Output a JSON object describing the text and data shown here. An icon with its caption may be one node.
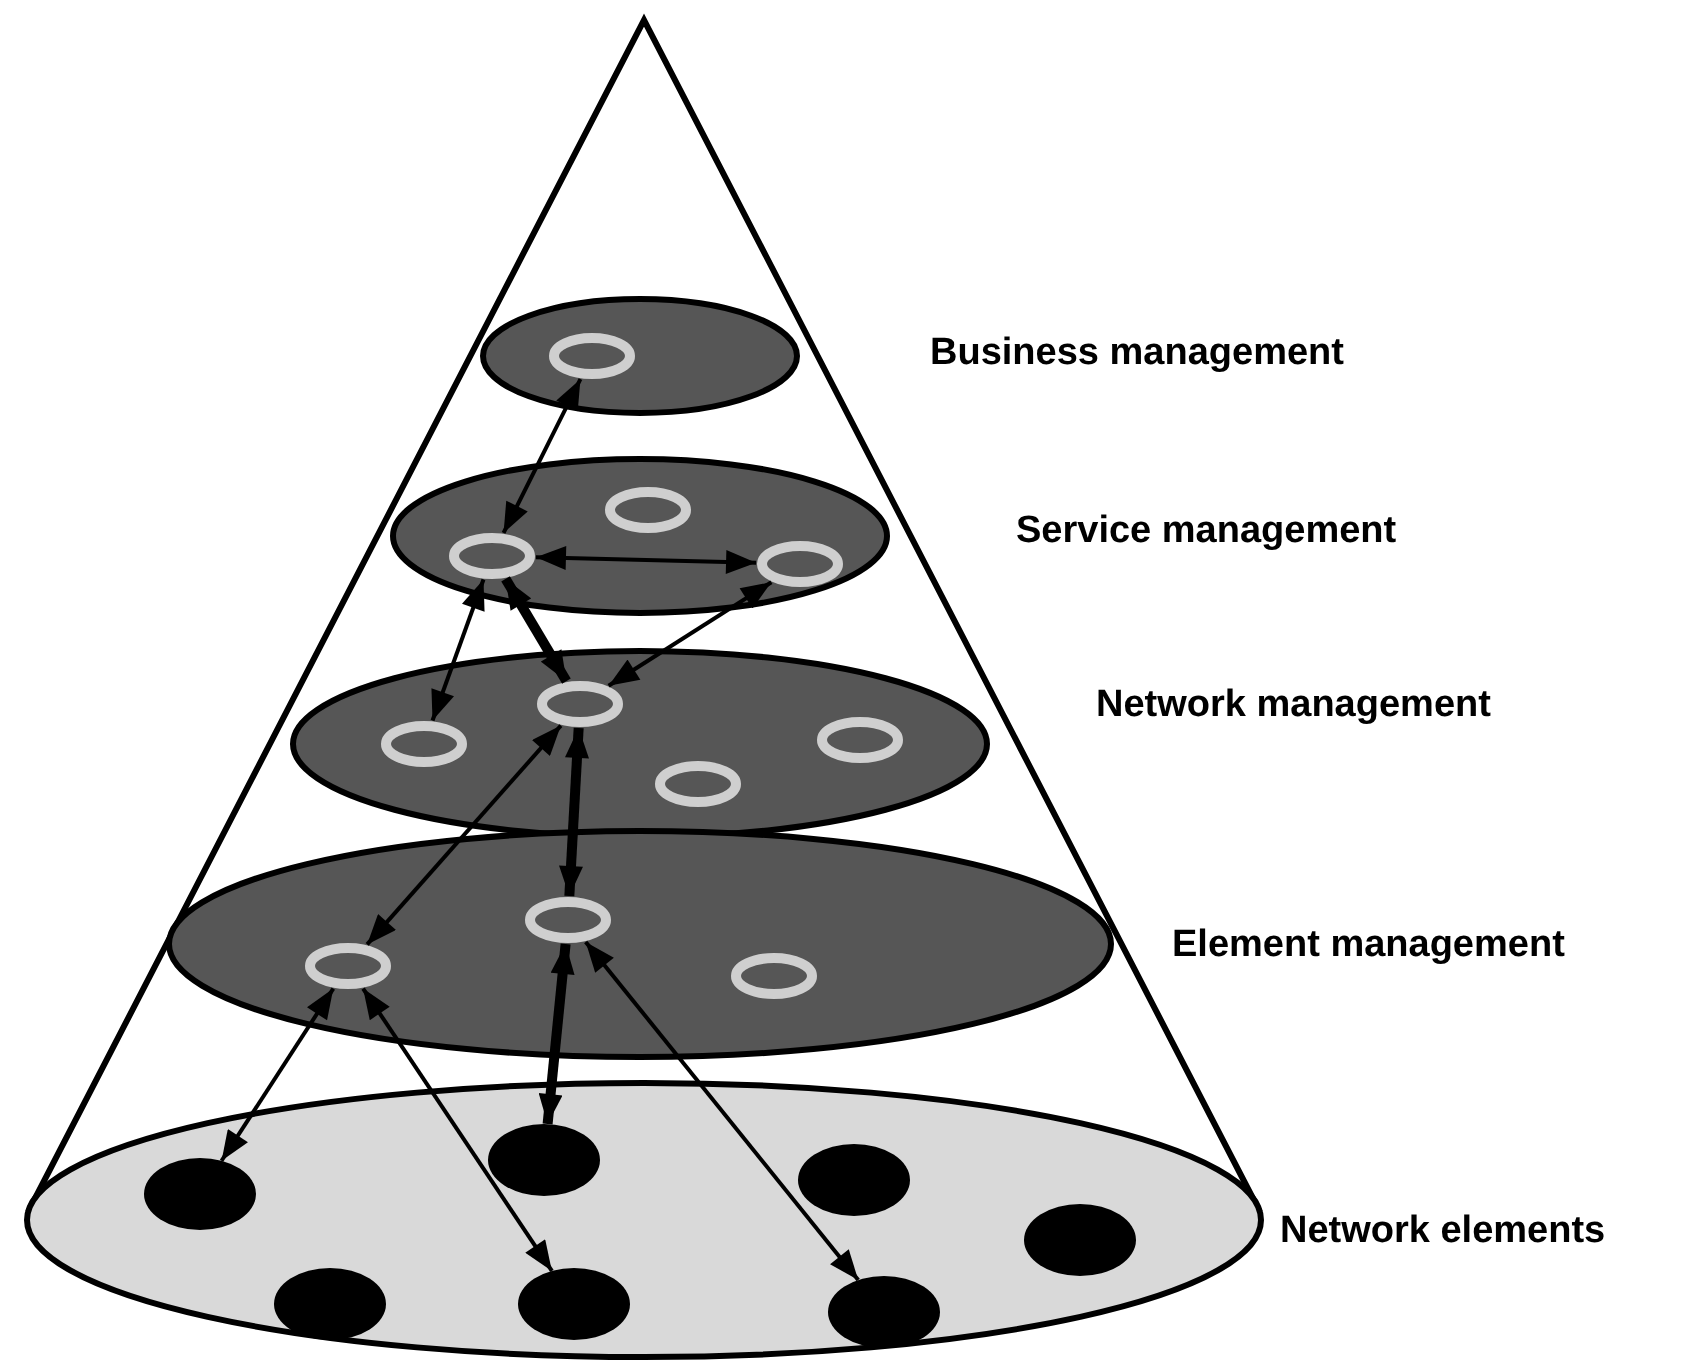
{
  "diagram": {
    "nodes": [
      {
        "text": [
          "Business management"
        ]
      },
      {
        "text": [],
        "shape": "circle",
        "in": 0
      },
      {
        "text": [
          "Service management"
        ]
      },
      {
        "text": [],
        "shape": "circle",
        "in": 2
      },
      {
        "text": [],
        "shape": "circle",
        "in": 2
      },
      {
        "text": [],
        "shape": "circle",
        "in": 2
      },
      {
        "text": [
          "Network management"
        ]
      },
      {
        "text": [],
        "shape": "circle",
        "in": 6
      },
      {
        "text": [],
        "shape": "circle",
        "in": 6
      },
      {
        "text": [],
        "shape": "circle",
        "in": 6
      },
      {
        "text": [],
        "shape": "circle",
        "in": 6
      },
      {
        "text": [
          "Element management"
        ]
      },
      {
        "text": [],
        "shape": "circle",
        "in": 11
      },
      {
        "text": [],
        "shape": "circle",
        "in": 11
      },
      {
        "text": [],
        "shape": "circle",
        "in": 11
      },
      {
        "text": [
          "Network elements"
        ]
      },
      {
        "text": [],
        "shape": "circle",
        "in": 15
      },
      {
        "text": [],
        "shape": "circle",
        "in": 15
      },
      {
        "text": [],
        "shape": "circle",
        "in": 15
      },
      {
        "text": [],
        "shape": "circle",
        "in": 15
      },
      {
        "text": [],
        "shape": "circle",
        "in": 15
      },
      {
        "text": [],
        "shape": "circle",
        "in": 15
      },
      {
        "text": [],
        "shape": "circle",
        "in": 15
      }
    ],
    "edges": [
      {
        "from": 1,
        "to": 3,
        "arrow": "both"
      },
      {
        "from": 3,
        "to": 5,
        "arrow": "both"
      },
      {
        "from": 3,
        "to": 7,
        "arrow": "both"
      },
      {
        "from": 3,
        "to": 8,
        "arrow": "both",
        "style": "thick"
      },
      {
        "from": 5,
        "to": 8,
        "arrow": "both"
      },
      {
        "from": 8,
        "to": 12,
        "arrow": "both"
      },
      {
        "from": 8,
        "to": 13,
        "arrow": "both",
        "style": "thick"
      },
      {
        "from": 12,
        "to": 16,
        "arrow": "both"
      },
      {
        "from": 12,
        "to": 21,
        "arrow": "both"
      },
      {
        "from": 13,
        "to": 17,
        "arrow": "both",
        "style": "thick"
      },
      {
        "from": 13,
        "to": 22,
        "arrow": "both"
      }
    ]
  }
}
